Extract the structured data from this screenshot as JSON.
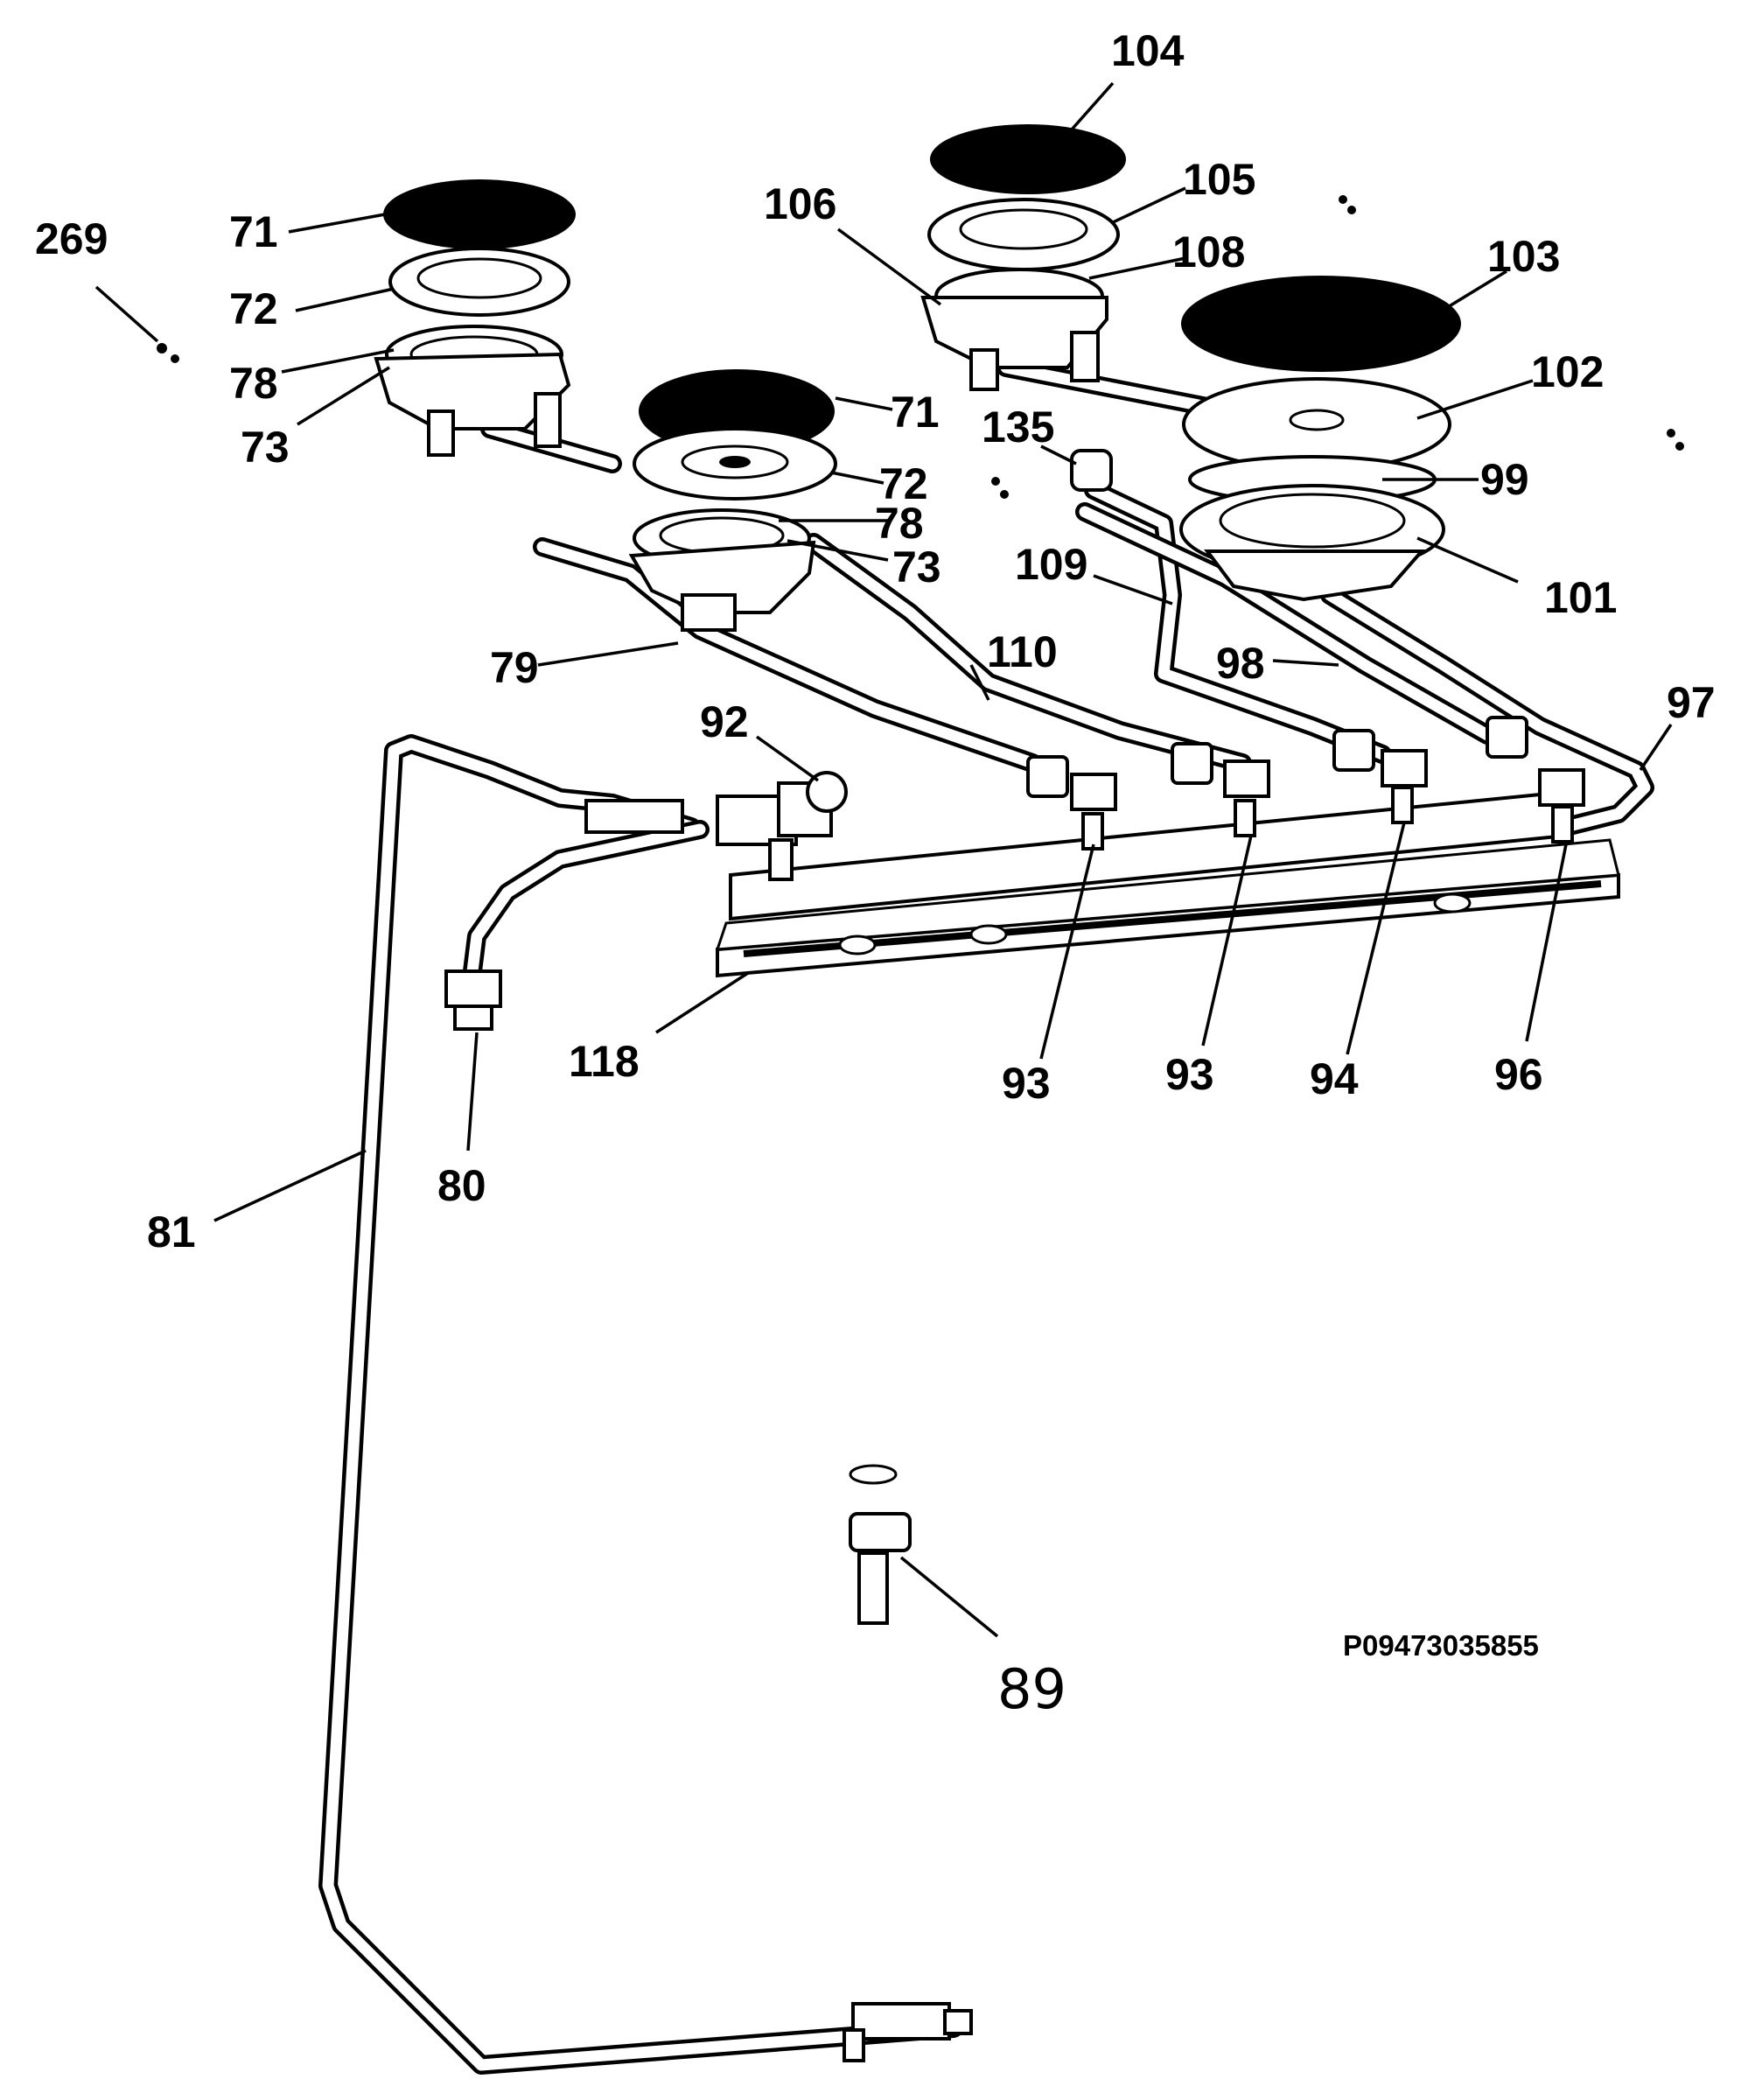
{
  "diagram": {
    "drawing_code": "P09473035855",
    "labels": [
      {
        "id": "104",
        "text": "104"
      },
      {
        "id": "105",
        "text": "105"
      },
      {
        "id": "106",
        "text": "106"
      },
      {
        "id": "108",
        "text": "108"
      },
      {
        "id": "103",
        "text": "103"
      },
      {
        "id": "102",
        "text": "102"
      },
      {
        "id": "135",
        "text": "135"
      },
      {
        "id": "99",
        "text": "99"
      },
      {
        "id": "101",
        "text": "101"
      },
      {
        "id": "109",
        "text": "109"
      },
      {
        "id": "98",
        "text": "98"
      },
      {
        "id": "97",
        "text": "97"
      },
      {
        "id": "269",
        "text": "269"
      },
      {
        "id": "71a",
        "text": "71"
      },
      {
        "id": "72a",
        "text": "72"
      },
      {
        "id": "78a",
        "text": "78"
      },
      {
        "id": "73a",
        "text": "73"
      },
      {
        "id": "71b",
        "text": "71"
      },
      {
        "id": "72b",
        "text": "72"
      },
      {
        "id": "78b",
        "text": "78"
      },
      {
        "id": "73b",
        "text": "73"
      },
      {
        "id": "79",
        "text": "79"
      },
      {
        "id": "110",
        "text": "110"
      },
      {
        "id": "92",
        "text": "92"
      },
      {
        "id": "118",
        "text": "118"
      },
      {
        "id": "93a",
        "text": "93"
      },
      {
        "id": "93b",
        "text": "93"
      },
      {
        "id": "94",
        "text": "94"
      },
      {
        "id": "96",
        "text": "96"
      },
      {
        "id": "80",
        "text": "80"
      },
      {
        "id": "81",
        "text": "81"
      },
      {
        "id": "89",
        "text": "89"
      }
    ]
  }
}
